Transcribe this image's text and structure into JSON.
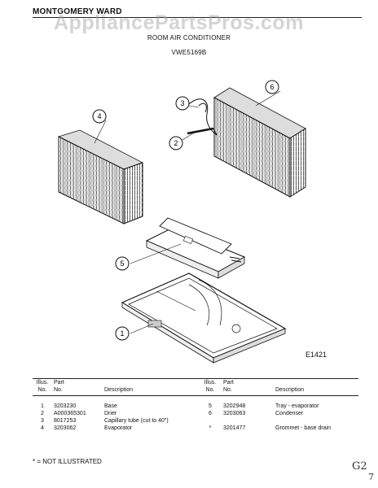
{
  "header": {
    "brand": "MONTGOMERY WARD",
    "watermark": "AppliancePartsPros.com",
    "title": "ROOM AIR CONDITIONER",
    "model": "VWE5169B"
  },
  "diagram": {
    "code": "E1421",
    "callouts": [
      "1",
      "2",
      "3",
      "4",
      "5",
      "6"
    ]
  },
  "parts_table": {
    "headers": {
      "illus_no_line1": "Illus.",
      "illus_no_line2": "No.",
      "part_no_line1": "Part",
      "part_no_line2": "No.",
      "description": "Description"
    },
    "left": [
      {
        "no": "1",
        "part": "3203230",
        "desc": "Base"
      },
      {
        "no": "2",
        "part": "A000365301",
        "desc": "Drier"
      },
      {
        "no": "3",
        "part": "8017253",
        "desc": "Capillary tube (cut to 40\")"
      },
      {
        "no": "4",
        "part": "3203062",
        "desc": "Evaporator"
      }
    ],
    "right": [
      {
        "no": "5",
        "part": "3202948",
        "desc": "Tray - evaporator"
      },
      {
        "no": "6",
        "part": "3203063",
        "desc": "Condenser"
      },
      {
        "no": "*",
        "part": "3201477",
        "desc": "Grommet - base drain"
      }
    ]
  },
  "footnote": "* = NOT ILLUSTRATED",
  "handwriting": {
    "a": "G2",
    "b": "7"
  }
}
